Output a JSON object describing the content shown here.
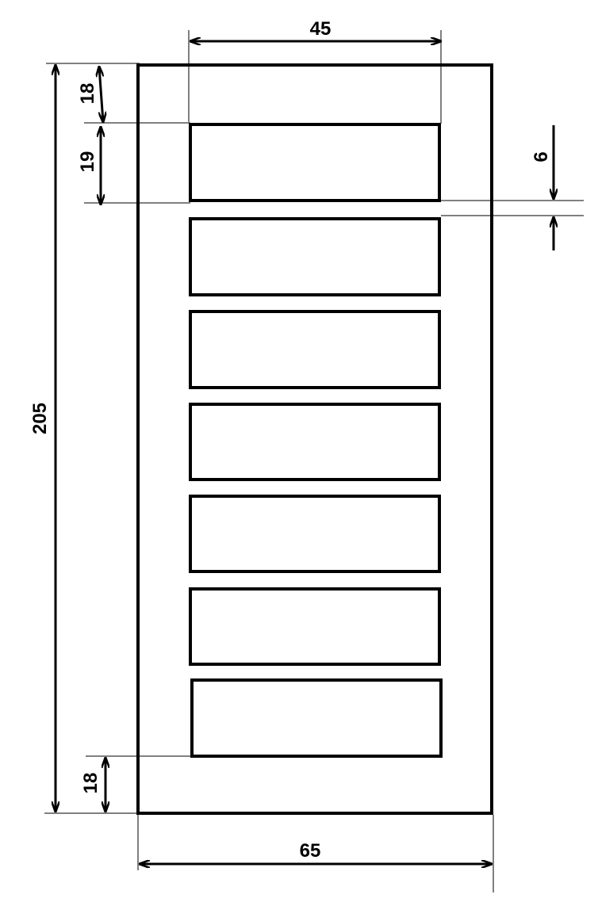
{
  "colors": {
    "line": "#000000",
    "background": "#ffffff"
  },
  "dimensions": {
    "top_width": "45",
    "bottom_width": "65",
    "total_height": "205",
    "top_margin": "18",
    "panel_height": "19",
    "gap": "6",
    "bottom_margin": "18"
  },
  "panels": [
    {
      "id": 1
    },
    {
      "id": 2
    },
    {
      "id": 3
    },
    {
      "id": 4
    },
    {
      "id": 5
    },
    {
      "id": 6
    },
    {
      "id": 7
    }
  ]
}
